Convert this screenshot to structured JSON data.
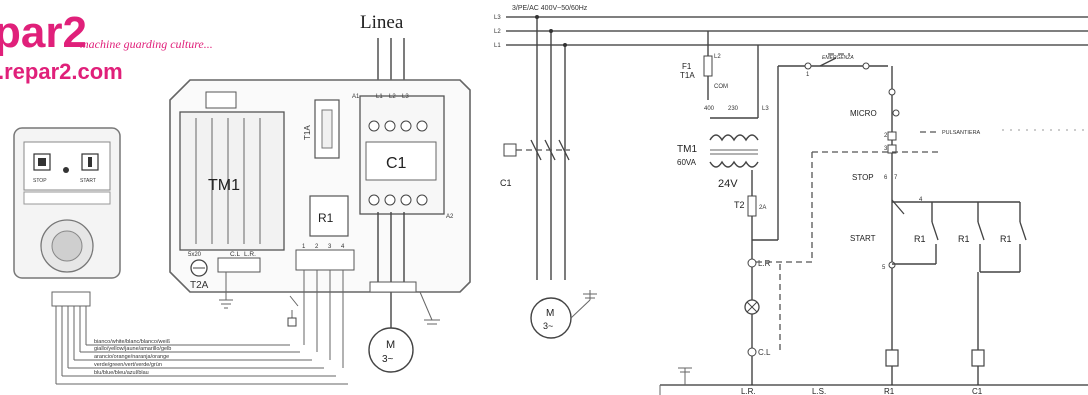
{
  "left_panel": {
    "logo_main": "par2",
    "logo_tagline": "machine guarding culture...",
    "logo_url": ".repar2.com",
    "supply_label": "Linea",
    "transformer_label": "TM1",
    "contactor_label": "C1",
    "relay_label": "R1",
    "fuse_label": "T1A",
    "fuse2_label": "T2A",
    "fuse2_value": "5x20",
    "terminal_labels": [
      "C.L",
      "L.R."
    ],
    "relay_terminals": [
      "1",
      "2",
      "3",
      "4"
    ],
    "contactor_top_terminals": [
      "A1",
      "L1",
      "L2",
      "L3"
    ],
    "contactor_bottom_terminal": "A2",
    "motor_label": "M",
    "motor_sub": "3~",
    "pendant_buttons": [
      "STOP",
      "START"
    ],
    "cable_legend": [
      "bianco/white/blanc/blanco/weiß",
      "giallo/yellow/jaune/amarillo/gelb",
      "arancio/orange/naranja/orange",
      "verde/green/vert/verde/grün",
      "blu/blue/bleu/azul/blau"
    ]
  },
  "right_panel": {
    "supply_header": "3/PE/AC  400V~50/60Hz",
    "lines": [
      "L3",
      "L2",
      "L1"
    ],
    "fuse": "F1",
    "fuse_rating": "T1A",
    "fuse_terminals": [
      "L2",
      "L3"
    ],
    "transformer": "TM1",
    "transformer_power": "60VA",
    "tap_labels": [
      "400",
      "230"
    ],
    "com_label": "COM",
    "secondary_voltage": "24V",
    "fuse2": "T2",
    "fuse2_rating": "2A",
    "contactor": "C1",
    "motor_label": "M",
    "motor_sub": "3~",
    "emergency_label": "EMERGENZA",
    "micro_label": "MICRO",
    "pushbutton_label": "PULSANTIERA",
    "stop_label": "STOP",
    "start_label": "START",
    "relay_contact_label": "R1",
    "terminal_lr": "L.R",
    "terminal_cl": "C.L",
    "bottom_labels": [
      "L.R.",
      "L.S.",
      "R1",
      "C1"
    ],
    "node_numbers": [
      "1",
      "2",
      "3",
      "4",
      "5",
      "6",
      "7"
    ]
  }
}
